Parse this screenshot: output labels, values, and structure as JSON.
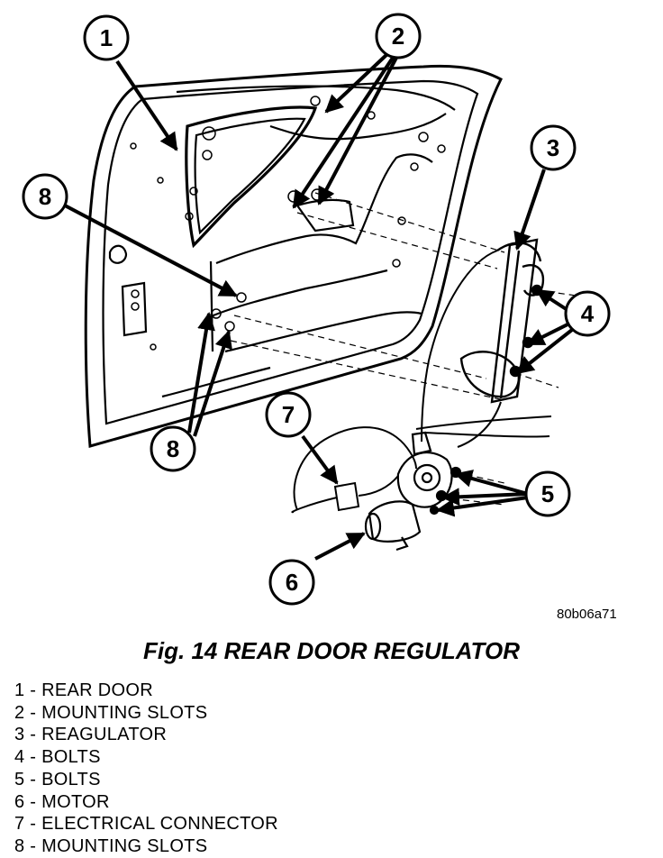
{
  "figure": {
    "reference_code": "80b06a71",
    "caption": "Fig. 14 REAR DOOR REGULATOR"
  },
  "callouts": [
    "1",
    "2",
    "3",
    "4",
    "5",
    "6",
    "7",
    "8"
  ],
  "legend": [
    {
      "num": "1",
      "text": "REAR DOOR"
    },
    {
      "num": "2",
      "text": "MOUNTING SLOTS"
    },
    {
      "num": "3",
      "text": "REAGULATOR"
    },
    {
      "num": "4",
      "text": "BOLTS"
    },
    {
      "num": "5",
      "text": "BOLTS"
    },
    {
      "num": "6",
      "text": "MOTOR"
    },
    {
      "num": "7",
      "text": "ELECTRICAL CONNECTOR"
    },
    {
      "num": "8",
      "text": "MOUNTING SLOTS"
    }
  ]
}
